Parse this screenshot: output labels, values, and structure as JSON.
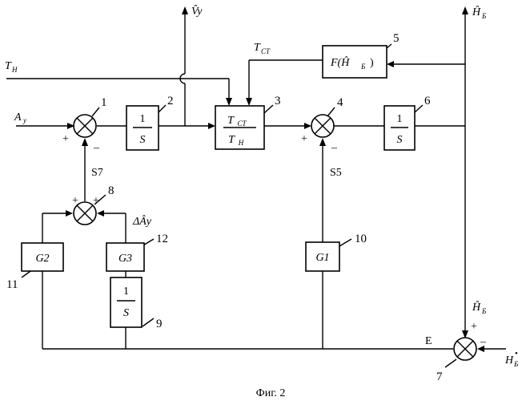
{
  "caption": "Фиг. 2",
  "inputs": {
    "a_y": "A",
    "a_y_sub": "y",
    "t_n": "T",
    "t_n_sub": "H",
    "h_b_star": "H",
    "h_b_star_sub": "Б",
    "h_b_star_sup": "•"
  },
  "outputs": {
    "v_y_hat": "V̂y",
    "h_b_hat": "Ĥ",
    "h_b_hat_sub": "Б"
  },
  "signals": {
    "t_st": "T",
    "t_st_sub": "CT",
    "s7": "S7",
    "s5": "S5",
    "delta_ay": "ΔÂy",
    "e": "E",
    "h_b_hat_feedback": "Ĥ",
    "h_b_hat_feedback_sub": "Б"
  },
  "blocks": {
    "b2": {
      "num": "1",
      "den": "S",
      "id": "2"
    },
    "b3": {
      "num": "T",
      "num_sub": "CT",
      "den": "T",
      "den_sub": "H",
      "id": "3"
    },
    "b5": {
      "text": "F(Ĥ",
      "sub": "Б",
      "close": ")",
      "id": "5"
    },
    "b6": {
      "num": "1",
      "den": "S",
      "id": "6"
    },
    "b9": {
      "num": "1",
      "den": "S",
      "id": "9"
    },
    "b10": {
      "text": "G1",
      "id": "10"
    },
    "b11": {
      "text": "G2",
      "id": "11"
    },
    "b12": {
      "text": "G3",
      "id": "12"
    }
  },
  "summers": {
    "s1": {
      "id": "1",
      "sign_left": "+",
      "sign_bottom": "–"
    },
    "s4": {
      "id": "4",
      "sign_left": "+",
      "sign_bottom": "–"
    },
    "s7": {
      "id": "7",
      "sign_top": "+",
      "sign_right": "–"
    },
    "s8": {
      "id": "8",
      "sign_left": "+",
      "sign_right": "+"
    }
  }
}
